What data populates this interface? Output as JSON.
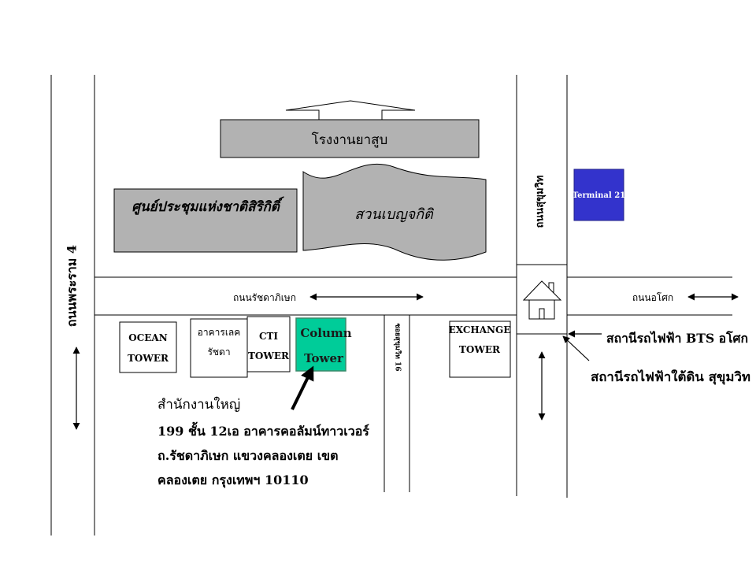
{
  "map": {
    "landmarks": {
      "tobacco_factory": "โรงงานยาสูบ",
      "convention_center": "ศูนย์ประชุมแห่งชาติสิริกิติ์",
      "park": "สวนเบญจกิติ",
      "terminal21": "Terminal 21"
    },
    "roads": {
      "rama4": "ถนนพระราม 4",
      "sukhumvit": "ถนนสุขุมวิท",
      "ratchadaphisek": "ถนนรัชดาภิเษก",
      "asok": "ถนนอโศก",
      "soi": "ซอยสุขุมวิท 16"
    },
    "buildings": [
      {
        "lines": [
          "OCEAN",
          "TOWER"
        ]
      },
      {
        "lines": [
          "อาคารเลค",
          "รัชดา"
        ]
      },
      {
        "lines": [
          "CTI",
          "TOWER"
        ]
      },
      {
        "lines": [
          "Column",
          "Tower"
        ],
        "highlight": true
      },
      {
        "lines": [
          "EXCHANGE",
          "TOWER"
        ]
      }
    ],
    "stations": {
      "bts": "สถานีรถไฟฟ้า BTS อโศก",
      "mrt": "สถานีรถไฟฟ้าใต้ดิน สุขุมวิท"
    },
    "address": {
      "heading": "สำนักงานใหญ่",
      "lines": [
        "199 ชั้น 12เอ อาคารคอลัมน์ทาวเวอร์",
        "ถ.รัชดาภิเษก แขวงคลองเตย เขต",
        "คลองเตย กรุงเทพฯ 10110"
      ]
    },
    "icons": {
      "station_marker": "house-icon",
      "direction": "double-arrow-icon",
      "pointer": "pointer-arrow-icon",
      "north": "up-arrow-icon"
    },
    "colors": {
      "highlight": "#00cc99",
      "terminal21": "#3333cc",
      "block_fill": "#b2b2b2"
    }
  }
}
